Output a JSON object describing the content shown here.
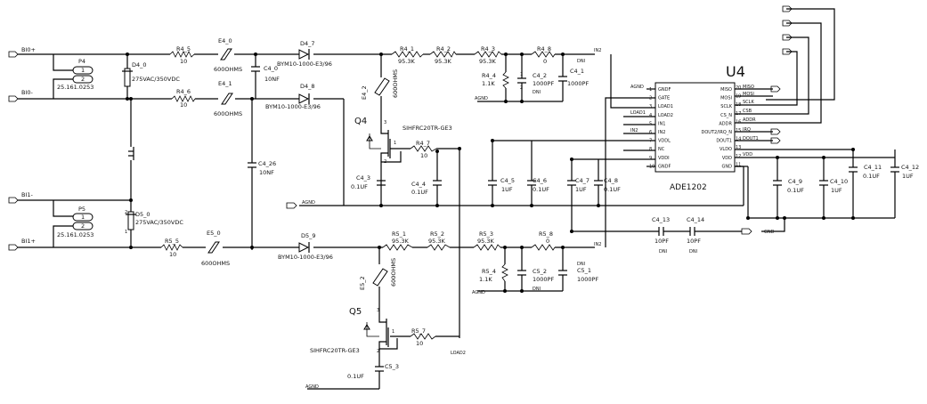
{
  "nets": {
    "bi0p": "BI0+",
    "bi0m": "BI0-",
    "bi1m": "BI1-",
    "bi1p": "BI1+",
    "in2": "IN2",
    "load1": "LOAD1",
    "load2": "LOAD2",
    "agnd": "AGND",
    "gnd": "GND",
    "miso": "MISO",
    "mosi": "MOSI",
    "sclk": "SCLK",
    "csb": "CSB",
    "addr": "ADDR",
    "irq": "IRQ",
    "dout1": "DOUT1",
    "vdd": "VDD",
    "dni": "DNI"
  },
  "parts": {
    "p4": {
      "ref": "P4",
      "pin1": "1",
      "pin2": "2",
      "value": "25.161.0253"
    },
    "p5": {
      "ref": "P5",
      "pin1": "1",
      "pin2": "2",
      "value": "25.161.0253"
    },
    "d4_0": {
      "ref": "D4_0",
      "value": "275VAC/350VDC"
    },
    "d5_0": {
      "ref": "D5_0",
      "value": "275VAC/350VDC",
      "pin2": "2",
      "pin1": "1"
    },
    "r4_5": {
      "ref": "R4_5",
      "value": "10"
    },
    "r4_6": {
      "ref": "R4_6",
      "value": "10"
    },
    "r5_5": {
      "ref": "R5_5",
      "value": "10"
    },
    "e4_0": {
      "ref": "E4_0",
      "value": "600OHMS"
    },
    "e4_1": {
      "ref": "E4_1",
      "value": "600OHMS"
    },
    "e5_0": {
      "ref": "E5_0",
      "value": "600OHMS"
    },
    "e4_2": {
      "ref": "E4_2",
      "value": "600OHMS"
    },
    "e5_2": {
      "ref": "E5_2",
      "value": "600OHMS"
    },
    "c4_0": {
      "ref": "C4_0",
      "value": "10NF"
    },
    "c4_26": {
      "ref": "C4_26",
      "value": "10NF"
    },
    "d4_7": {
      "ref": "D4_7",
      "value": "BYM10-1000-E3/96"
    },
    "d4_8": {
      "ref": "D4_8",
      "value": "BYM10-1000-E3/96"
    },
    "d5_9": {
      "ref": "D5_9",
      "value": "BYM10-1000-E3/96"
    },
    "r4_1": {
      "ref": "R4_1",
      "value": "95.3K"
    },
    "r4_2": {
      "ref": "R4_2",
      "value": "95.3K"
    },
    "r4_3": {
      "ref": "R4_3",
      "value": "95.3K"
    },
    "r4_8": {
      "ref": "R4_8",
      "value": "0"
    },
    "r4_4": {
      "ref": "R4_4",
      "value": "1.1K"
    },
    "c4_2": {
      "ref": "C4_2",
      "value": "1000PF",
      "pin1": "1",
      "pin2": "2"
    },
    "c4_1": {
      "ref": "C4_1",
      "value": "1000PF"
    },
    "r5_1": {
      "ref": "R5_1",
      "value": "95.3K"
    },
    "r5_2": {
      "ref": "R5_2",
      "value": "95.3K"
    },
    "r5_3": {
      "ref": "R5_3",
      "value": "95.3K"
    },
    "r5_8": {
      "ref": "R5_8",
      "value": "0"
    },
    "r5_4": {
      "ref": "R5_4",
      "value": "1.1K"
    },
    "c5_2": {
      "ref": "C5_2",
      "value": "1000PF"
    },
    "c5_1": {
      "ref": "C5_1",
      "value": "1000PF"
    },
    "q4": {
      "ref": "Q4",
      "value": "SIHFRC20TR-GE3",
      "pin1": "1",
      "pin2": "2",
      "pin3": "3"
    },
    "q5": {
      "ref": "Q5",
      "value": "SIHFRC20TR-GE3",
      "pin1": "1",
      "pin2": "2",
      "pin3": "3"
    },
    "r4_7": {
      "ref": "R4_7",
      "value": "10"
    },
    "r5_7": {
      "ref": "R5_7",
      "value": "10"
    },
    "c4_3": {
      "ref": "C4_3",
      "value": "0.1UF"
    },
    "c4_4": {
      "ref": "C4_4",
      "value": "0.1UF"
    },
    "c5_3": {
      "ref": "C5_3",
      "value": "0.1UF"
    },
    "c4_5": {
      "ref": "C4_5",
      "value": "1UF"
    },
    "c4_6": {
      "ref": "C4_6",
      "value": "0.1UF"
    },
    "c4_7": {
      "ref": "C4_7",
      "value": "1UF"
    },
    "c4_8": {
      "ref": "C4_8",
      "value": "0.1UF"
    },
    "c4_9": {
      "ref": "C4_9",
      "value": "0.1UF"
    },
    "c4_10": {
      "ref": "C4_10",
      "value": "1UF"
    },
    "c4_11": {
      "ref": "C4_11",
      "value": "0.1UF"
    },
    "c4_12": {
      "ref": "C4_12",
      "value": "1UF"
    },
    "c4_13": {
      "ref": "C4_13",
      "value": "10PF"
    },
    "c4_14": {
      "ref": "C4_14",
      "value": "10PF"
    }
  },
  "u4": {
    "ref": "U4",
    "part": "ADE1202",
    "left_pins": [
      {
        "num": "1",
        "name": "GNDF"
      },
      {
        "num": "2",
        "name": "GATE"
      },
      {
        "num": "3",
        "name": "LOAD1"
      },
      {
        "num": "4",
        "name": "LOAD2"
      },
      {
        "num": "5",
        "name": "IN1"
      },
      {
        "num": "6",
        "name": "IN2"
      },
      {
        "num": "7",
        "name": "VDDL"
      },
      {
        "num": "8",
        "name": "NC"
      },
      {
        "num": "9",
        "name": "VDDI"
      },
      {
        "num": "10",
        "name": "GNDF"
      }
    ],
    "right_pins": [
      {
        "num": "20",
        "name": "MISO"
      },
      {
        "num": "19",
        "name": "MOSI"
      },
      {
        "num": "18",
        "name": "SCLK"
      },
      {
        "num": "17",
        "name": "CS_N"
      },
      {
        "num": "16",
        "name": "ADDR"
      },
      {
        "num": "15",
        "name": "DOUT2/IRQ_N"
      },
      {
        "num": "14",
        "name": "DOUT1"
      },
      {
        "num": "13",
        "name": "VLDO"
      },
      {
        "num": "12",
        "name": "VDD"
      },
      {
        "num": "11",
        "name": "GND"
      }
    ]
  }
}
